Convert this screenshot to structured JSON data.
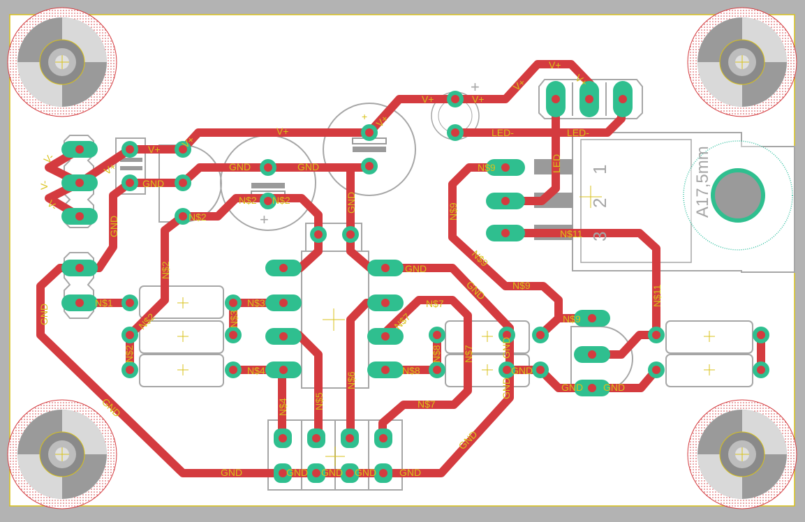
{
  "colors": {
    "background": "#b3b3b3",
    "board": "#ffffff",
    "board_outline": "#d9c21a",
    "trace": "#d43b3f",
    "pad": "#2fbf8f",
    "pad_drill": "#d43b3f",
    "silkscreen": "#a6a6a6",
    "label": "#d9c21a"
  },
  "labels": {
    "vplus": "V+",
    "vminus": "V-",
    "gnd": "GND",
    "led_minus": "LED-",
    "led": "LED",
    "n1": "N$1",
    "n2": "N$2",
    "n3": "N$3",
    "n4": "N$4",
    "n5": "N$5",
    "n6": "N$6",
    "n7": "N$7",
    "n8": "N$8",
    "n9": "N$9",
    "n11": "N$11",
    "plus": "+",
    "pin1": "1",
    "pin2": "2",
    "pin3": "3",
    "heatsink": "A17,5mm"
  }
}
